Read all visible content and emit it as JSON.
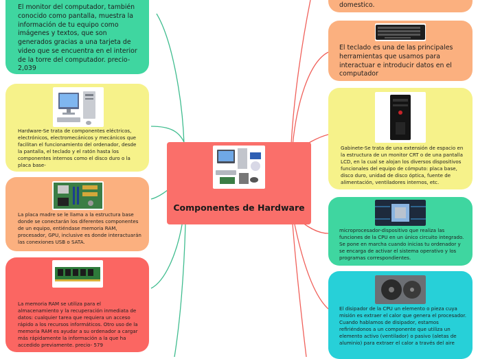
{
  "colors": {
    "center": "#fa6f6a",
    "green": "#3fd6a0",
    "yellow": "#f6f28a",
    "orange": "#fbb07f",
    "red": "#fb6662",
    "teal": "#27d0d8",
    "link_left": "#3ebc8e",
    "link_right": "#f0605a"
  },
  "center": {
    "title": "Componentes de Hardware",
    "image_icon": "computer-peripherals-icon"
  },
  "left_nodes": [
    {
      "id": "monitor",
      "text": "El monitor del computador, también conocido como pantalla,  muestra la información de tu equipo como imágenes y textos, que son generados gracias a una tarjeta de video que se encuentra en el interior de la torre del computador. precio-  2,039"
    },
    {
      "id": "hardware",
      "image_icon": "desktop-computer-icon",
      "text": "Hardware-Se trata de componentes eléctricos, electrónicos, electromecánicos y mecánicos que facilitan el funcionamiento del ordenador, desde la pantalla, el teclado y el ratón hasta los componentes internos como el disco duro o la placa base-"
    },
    {
      "id": "motherboard",
      "image_icon": "motherboard-icon",
      "text": "La placa madre se le llama a la estructura base donde se conectarán los diferentes componentes de un equipo, entiéndase memoria RAM, procesador, GPU, inclusive es donde interactuarán las conexiones USB o SATA."
    },
    {
      "id": "ram",
      "image_icon": "ram-module-icon",
      "text": "La memoria RAM se utiliza para el almacenamiento y la recuperación inmediata de datos: cualquier tarea que requiera un acceso rápido a los recursos informáticos. Otro uso de la memoria RAM es ayudar a su ordenador a cargar más rápidamente la información a la que ha accedido previamente. precio-  579"
    }
  ],
  "right_nodes": [
    {
      "id": "top-partial",
      "text": "domestico."
    },
    {
      "id": "keyboard",
      "image_icon": "keyboard-icon",
      "text": "El teclado es una de las principales herramientas que usamos para interactuar e introducir datos en el computador"
    },
    {
      "id": "cabinet",
      "image_icon": "pc-tower-icon",
      "text": " Gabinete-Se trata de una extensión de espacio en la estructura de un monitor CRT o de una pantalla LCD, en la cual se alojan los diversos dispositivos funcionales del equipo de cómputo: placa base, disco duro, unidad de disco óptica, fuente de alimentación, ventiladores internos, etc."
    },
    {
      "id": "cpu",
      "image_icon": "cpu-chip-icon",
      "text": "microprocesador-dispositivo que realiza las funciones de la CPU en un único circuito integrado. Se pone en marcha cuando inicias tu ordenador y se encarga de activar el sistema operativo y los programas correspondientes."
    },
    {
      "id": "heatsink",
      "image_icon": "heatsink-icon",
      "text": "El disipador de la CPU un elemento o pieza cuya misión es extraer el calor que genera el procesador. Cuando hablamos de disipador, estamos refiriéndonos a un componente que utiliza un elemento activo (ventilador) o pasivo (aletas de aluminio) para extraer el calor a través del aire"
    }
  ]
}
